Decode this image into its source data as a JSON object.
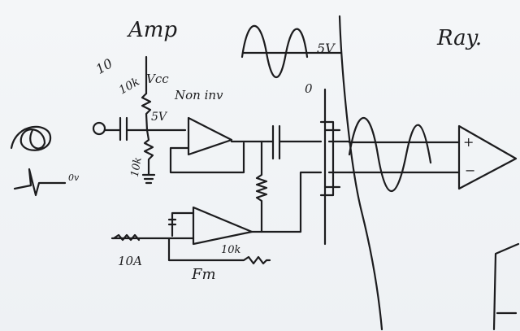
{
  "labels": {
    "title": "Amp",
    "ten": "10",
    "r_top": "10k",
    "vcc": "Vcc",
    "non_inv": "Non inv",
    "bias": "5V",
    "r_bottom": "10k",
    "wave_top": "5V",
    "wave_zero": "0",
    "zero_v": "0v",
    "receiver": "Ray.",
    "input_r": "10A",
    "feedback_r": "10k",
    "fm": "Fm",
    "plus_right": "+",
    "minus_right": "−"
  }
}
